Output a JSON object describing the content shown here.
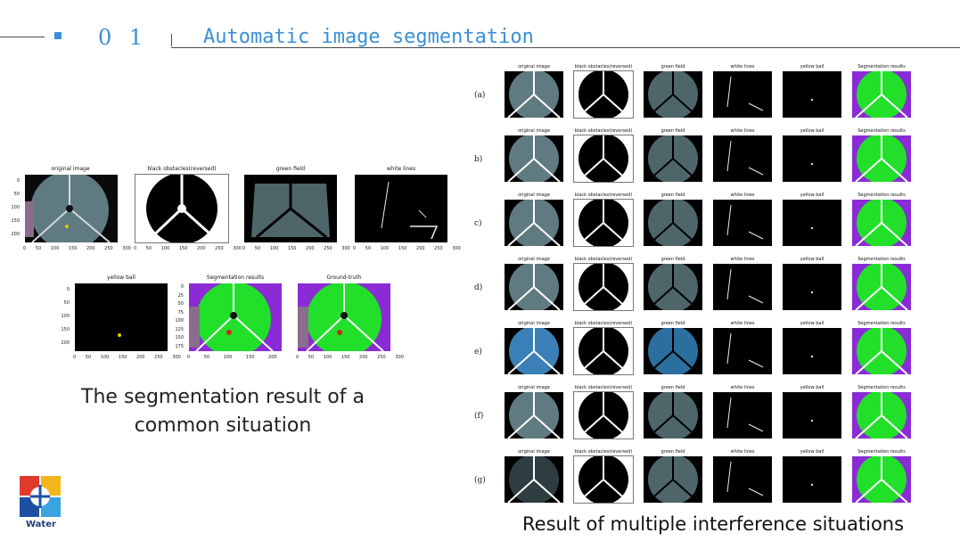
{
  "header": {
    "number": "0 1",
    "title": "Automatic image segmentation"
  },
  "left_figure": {
    "panels": [
      {
        "title": "original image",
        "x_ticks": [
          "0",
          "50",
          "100",
          "150",
          "200",
          "250",
          "300"
        ],
        "y_ticks": [
          "0",
          "50",
          "100",
          "150",
          "200"
        ]
      },
      {
        "title": "black obstacles(reversed)",
        "x_ticks": [
          "0",
          "50",
          "100",
          "150",
          "200",
          "250",
          "300"
        ]
      },
      {
        "title": "green field",
        "x_ticks": [
          "0",
          "50",
          "100",
          "150",
          "200",
          "250",
          "300"
        ]
      },
      {
        "title": "white lines",
        "x_ticks": [
          "0",
          "50",
          "100",
          "150",
          "200",
          "250",
          "300"
        ]
      },
      {
        "title": "yellow ball",
        "x_ticks": [
          "0",
          "50",
          "100",
          "150",
          "200",
          "250",
          "300"
        ],
        "y_ticks": [
          "0",
          "50",
          "100",
          "150",
          "200"
        ]
      },
      {
        "title": "Segmentation results",
        "x_ticks": [
          "0",
          "50",
          "100",
          "150",
          "200"
        ],
        "y_ticks": [
          "0",
          "25",
          "50",
          "75",
          "100",
          "125",
          "150",
          "175"
        ]
      },
      {
        "title": "Ground-truth",
        "x_ticks": [
          "0",
          "50",
          "100",
          "150",
          "200",
          "250",
          "300"
        ]
      }
    ],
    "caption": "The segmentation result of a common situation"
  },
  "right_figure": {
    "column_titles": [
      "original image",
      "black obstacles(reversed)",
      "green field",
      "white lines",
      "yellow ball",
      "Segmentation results"
    ],
    "rows": [
      "(a)",
      "b)",
      "c)",
      "d)",
      "e)",
      "(f)",
      "(g)"
    ],
    "caption": "Result of multiple interference situations"
  },
  "logo": {
    "icon": "water-cross-logo",
    "text": "Water"
  },
  "colors": {
    "accent": "#3b8fd6",
    "segment_green": "#22e02a",
    "segment_purple": "#8a2bd6"
  }
}
